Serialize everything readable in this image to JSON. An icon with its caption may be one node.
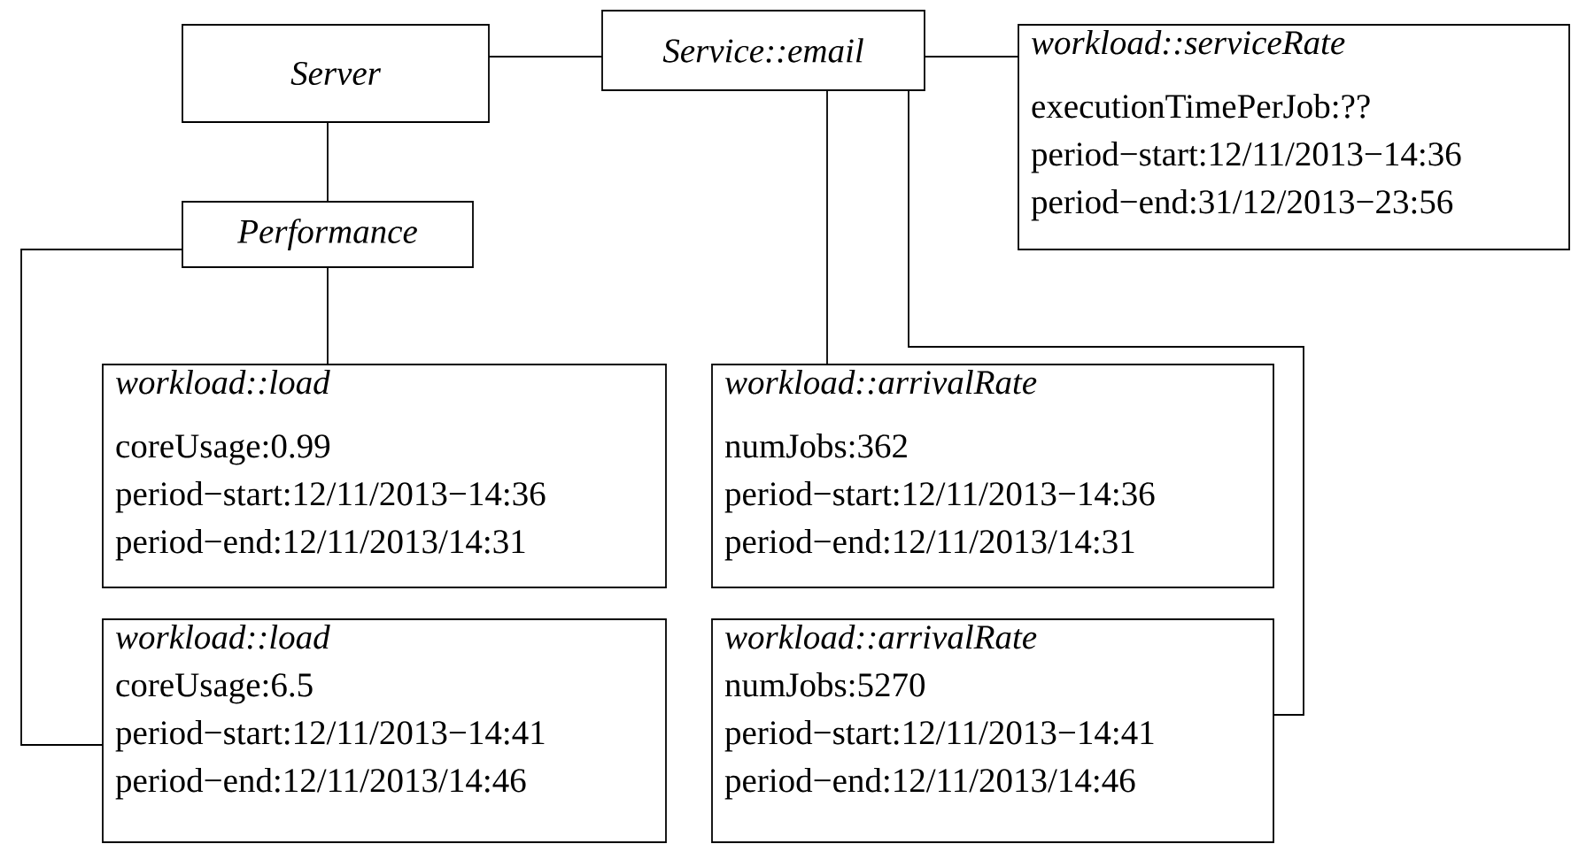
{
  "diagram": {
    "nodes": [
      {
        "text": [
          "Server"
        ]
      },
      {
        "text": [
          "Service::email"
        ]
      },
      {
        "text": [
          "workload::serviceRate",
          "executionTimePerJob:??",
          "period−start:12/11/2013−14:36",
          "period−end:31/12/2013−23:56"
        ]
      },
      {
        "text": [
          "Performance"
        ]
      },
      {
        "text": [
          "workload::load",
          "coreUsage:0.99",
          "period−start:12/11/2013−14:36",
          "period−end:12/11/2013/14:31"
        ]
      },
      {
        "text": [
          "workload::arrivalRate",
          "numJobs:362",
          "period−start:12/11/2013−14:36",
          "period−end:12/11/2013/14:31"
        ]
      },
      {
        "text": [
          "workload::load",
          "coreUsage:6.5",
          "period−start:12/11/2013−14:41",
          "period−end:12/11/2013/14:46"
        ]
      },
      {
        "text": [
          "workload::arrivalRate",
          "numJobs:5270",
          "period−start:12/11/2013−14:41",
          "period−end:12/11/2013/14:46"
        ]
      }
    ],
    "edges": [
      {
        "from": 0,
        "to": 1,
        "arrow": "none"
      },
      {
        "from": 1,
        "to": 2,
        "arrow": "none"
      },
      {
        "from": 0,
        "to": 3,
        "arrow": "none"
      },
      {
        "from": 3,
        "to": 4,
        "arrow": "none"
      },
      {
        "from": 3,
        "to": 6,
        "arrow": "none"
      },
      {
        "from": 1,
        "to": 5,
        "arrow": "none"
      },
      {
        "from": 1,
        "to": 7,
        "arrow": "none"
      }
    ]
  }
}
